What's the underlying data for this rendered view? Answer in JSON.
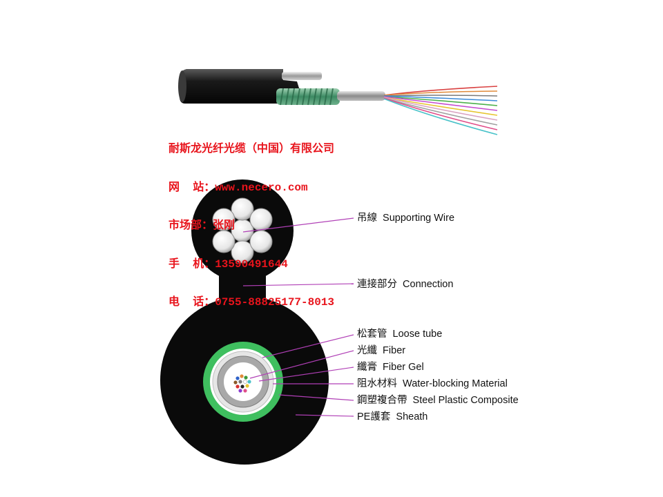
{
  "contact": {
    "company": "耐斯龙光纤光缆（中国）有限公司",
    "website": "网  站：www.necero.com",
    "department": "市场部：张刚",
    "mobile": "手  机：13590491644",
    "phone": "电  话：0755-88825177-8013"
  },
  "labels": [
    "吊線  Supporting Wire",
    "連接部分  Connection",
    "松套管  Loose tube",
    "光纖  Fiber",
    "纖膏  Fiber Gel",
    "阻水材料  Water-blocking Material",
    "鋼塑複合帶  Steel Plastic Composite",
    "PE護套  Sheath"
  ],
  "colors": {
    "sheath": "#0a0a0a",
    "steel_plastic_composite": "#3fbf5f",
    "contact_text": "#e8141c",
    "leader_line": "#b03fb6"
  }
}
